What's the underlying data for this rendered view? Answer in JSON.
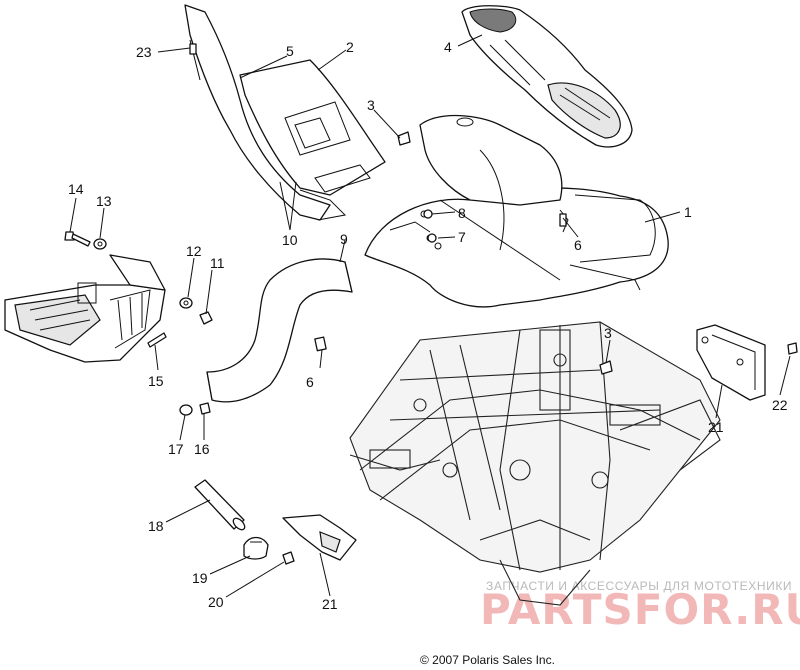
{
  "callouts": {
    "c1": "1",
    "c2": "2",
    "c3a": "3",
    "c3b": "3",
    "c4": "4",
    "c5": "5",
    "c6a": "6",
    "c6b": "6",
    "c7": "7",
    "c8": "8",
    "c9": "9",
    "c10": "10",
    "c11": "11",
    "c12": "12",
    "c13": "13",
    "c14": "14",
    "c15": "15",
    "c16": "16",
    "c17": "17",
    "c18": "18",
    "c19": "19",
    "c20": "20",
    "c21a": "21",
    "c21b": "21",
    "c22": "22",
    "c23": "23"
  },
  "watermark": {
    "tagline": "ЗАПЧАСТИ И АКСЕССУАРЫ ДЛЯ МОТОТЕХНИКИ",
    "brand": "PARTSFOR.RU"
  },
  "footer": {
    "copyright": "© 2007 Polaris Sales Inc."
  }
}
